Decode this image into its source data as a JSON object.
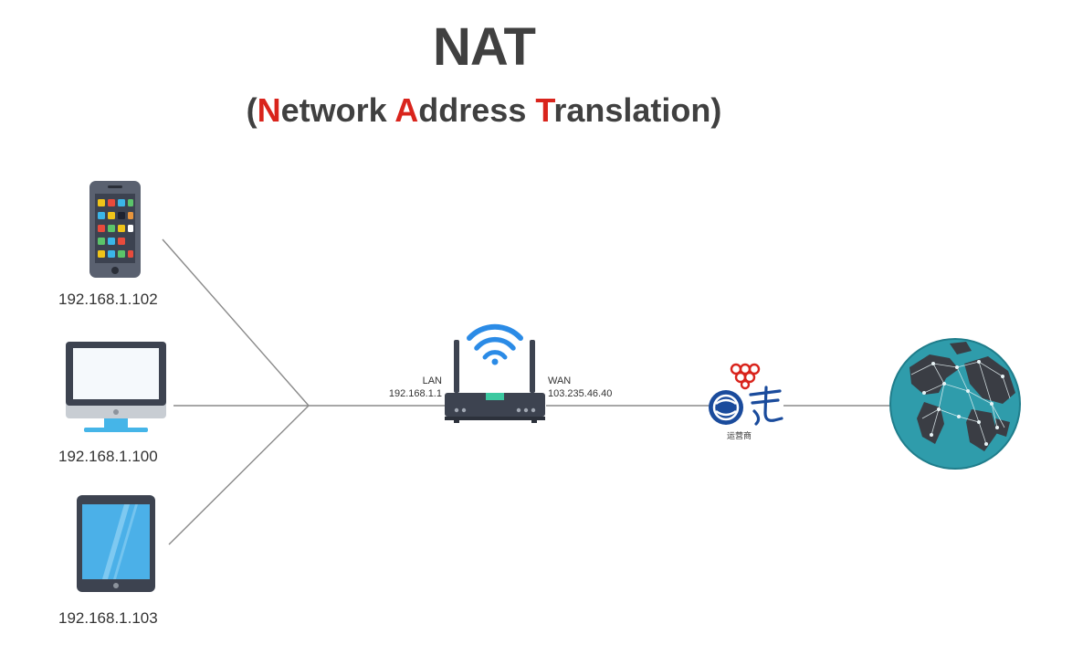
{
  "title": "NAT",
  "subtitle": {
    "open_paren": "(",
    "w1_initial": "N",
    "w1_rest": "etwork ",
    "w2_initial": "A",
    "w2_rest": "ddress ",
    "w3_initial": "T",
    "w3_rest": "ranslation",
    "close_paren": ")"
  },
  "devices": [
    {
      "icon": "smartphone-icon",
      "ip": "192.168.1.102"
    },
    {
      "icon": "desktop-monitor-icon",
      "ip": "192.168.1.100"
    },
    {
      "icon": "tablet-icon",
      "ip": "192.168.1.103"
    }
  ],
  "router": {
    "icon": "wifi-router-icon",
    "lan_label": "LAN",
    "lan_ip": "192.168.1.1",
    "wan_label": "WAN",
    "wan_ip": "103.235.46.40"
  },
  "isp": {
    "icons": [
      "china-unicom-logo-icon",
      "china-mobile-logo-icon",
      "china-telecom-logo-icon"
    ],
    "label": "运营商"
  },
  "internet": {
    "icon": "globe-icon"
  },
  "colors": {
    "title": "#404040",
    "highlight": "#d9241c",
    "line": "#8a8a8a",
    "wifi": "#2b8be6",
    "globe": "#2f9cab"
  }
}
